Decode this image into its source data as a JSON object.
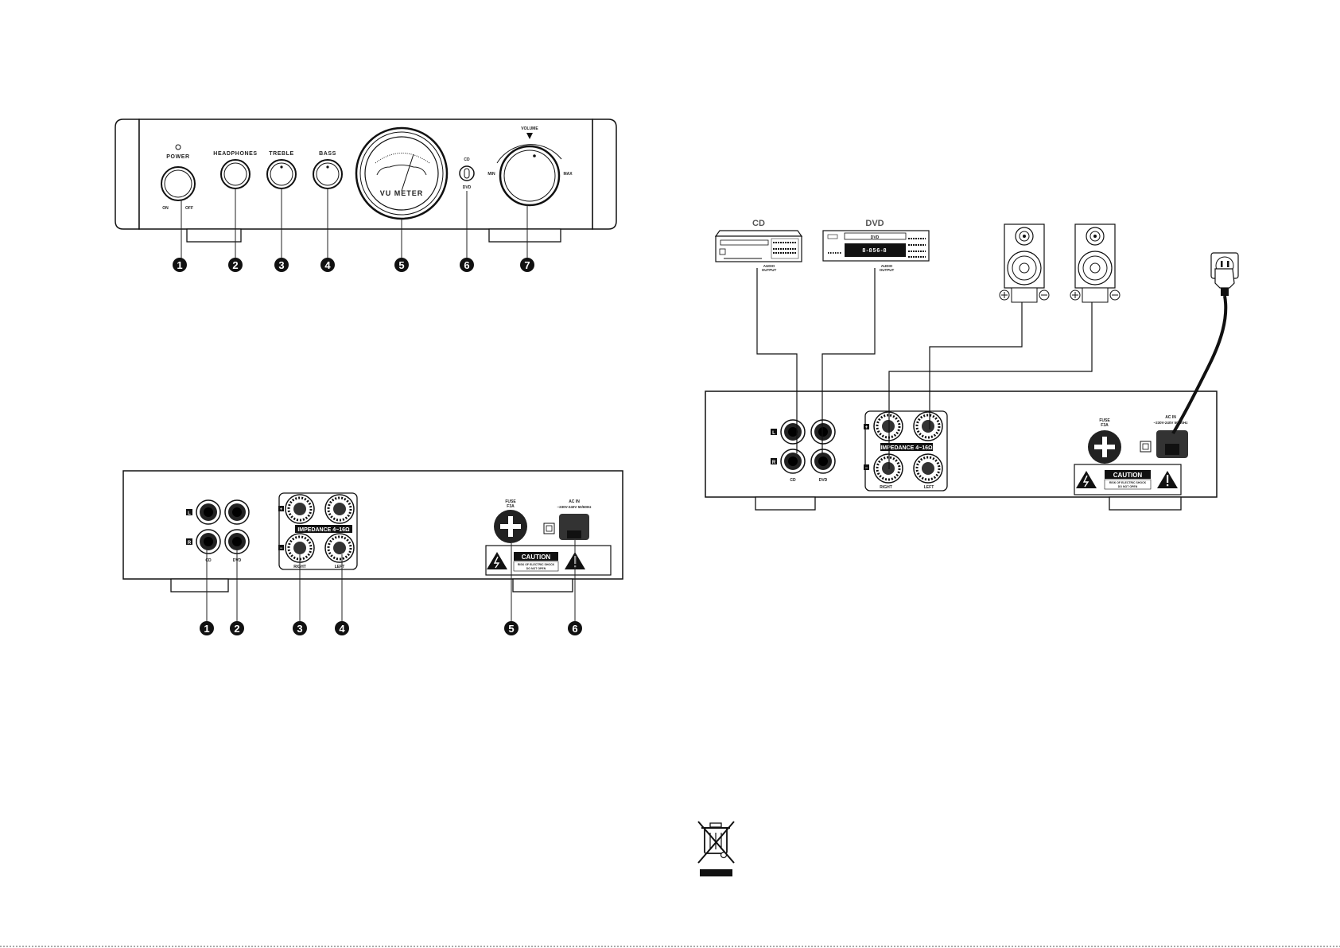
{
  "front_panel": {
    "power_label": "POWER",
    "on_label": "ON",
    "off_label": "OFF",
    "headphones_label": "HEADPHONES",
    "treble_label": "TREBLE",
    "bass_label": "BASS",
    "vu_meter_label": "VU METER",
    "cd_label": "CD",
    "dvd_label": "DVD",
    "volume_label": "VOLUME",
    "min_label": "MIN",
    "max_label": "MAX",
    "callouts": [
      "1",
      "2",
      "3",
      "4",
      "5",
      "6",
      "7"
    ]
  },
  "rear_panel": {
    "l_label": "L",
    "r_label": "R",
    "cd_label": "CD",
    "dvd_label": "DVD",
    "plus_label": "+",
    "minus_label": "−",
    "impedance_label": "IMPEDANCE 4~16Ω",
    "right_label": "RIGHT",
    "left_label": "LEFT",
    "fuse_label": "FUSE",
    "fuse_rating": "F3A",
    "ac_in_label": "AC IN",
    "ac_in_rating": "~230V-240V 50/60Hz",
    "caution_label": "CAUTION",
    "caution_text_1": "RISK OF ELECTRIC SHOCK",
    "caution_text_2": "DO NOT OPEN",
    "callouts": [
      "1",
      "2",
      "3",
      "4",
      "5",
      "6"
    ]
  },
  "connection": {
    "cd_title": "CD",
    "dvd_title": "DVD",
    "audio_output_1": "AUDIO",
    "audio_output_2": "OUTPUT",
    "dvd_display": "8-856-8",
    "dvd_badge": "DVD"
  }
}
